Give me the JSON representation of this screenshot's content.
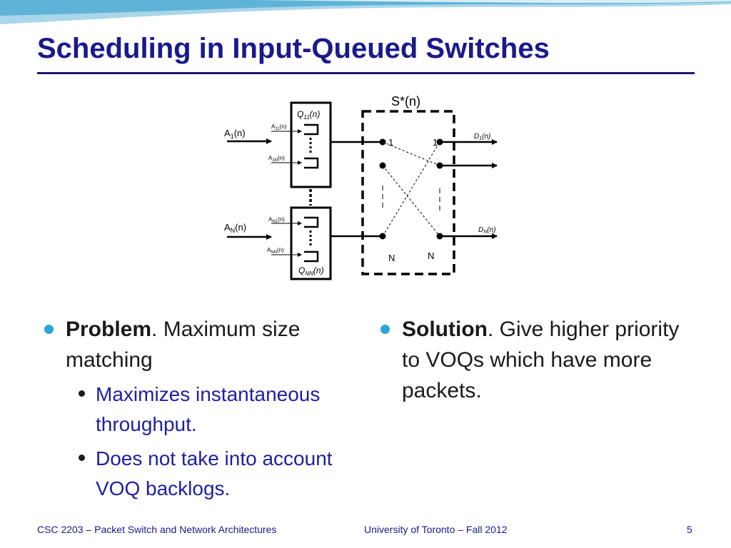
{
  "title": "Scheduling in Input-Queued Switches",
  "diagram": {
    "switch_label": "S*(n)",
    "input_1": {
      "base": "A",
      "sub": "1",
      "suffix": "(n)"
    },
    "input_N": {
      "base": "A",
      "sub": "N",
      "suffix": "(n)"
    },
    "arrival_11": {
      "base": "A",
      "sub": "11",
      "suffix": "(n)"
    },
    "arrival_1N": {
      "base": "A",
      "sub": "1N",
      "suffix": "(n)"
    },
    "arrival_N1": {
      "base": "A",
      "sub": "N1",
      "suffix": "(n)"
    },
    "arrival_NN": {
      "base": "A",
      "sub": "NN",
      "suffix": "(n)"
    },
    "queue_top": {
      "base": "Q",
      "sub": "11",
      "suffix": "(n)"
    },
    "queue_bottom": {
      "base": "Q",
      "sub": "NN",
      "suffix": "(n)"
    },
    "output_1": {
      "base": "D",
      "sub": "1",
      "suffix": "(n)"
    },
    "output_N": {
      "base": "D",
      "sub": "N",
      "suffix": "(n)"
    },
    "port_in_top": "1",
    "port_out_top": "1",
    "port_in_bottom": "N",
    "port_out_bottom": "N"
  },
  "left_column": {
    "bullet_strong": "Problem",
    "bullet_rest": ". Maximum size matching",
    "sub_bullets": [
      "Maximizes instantaneous throughput.",
      "Does not take into account VOQ backlogs."
    ]
  },
  "right_column": {
    "bullet_strong": "Solution",
    "bullet_rest": ". Give higher priority to VOQs which have more packets."
  },
  "footer": {
    "course": "CSC 2203 – Packet Switch and Network Architectures",
    "institution": "University of Toronto – Fall 2012",
    "page_number": "5"
  },
  "colors": {
    "title": "#1a1a8c",
    "bullet_dot": "#2aa6d6",
    "sub_bullet_text": "#1f1fa0"
  }
}
